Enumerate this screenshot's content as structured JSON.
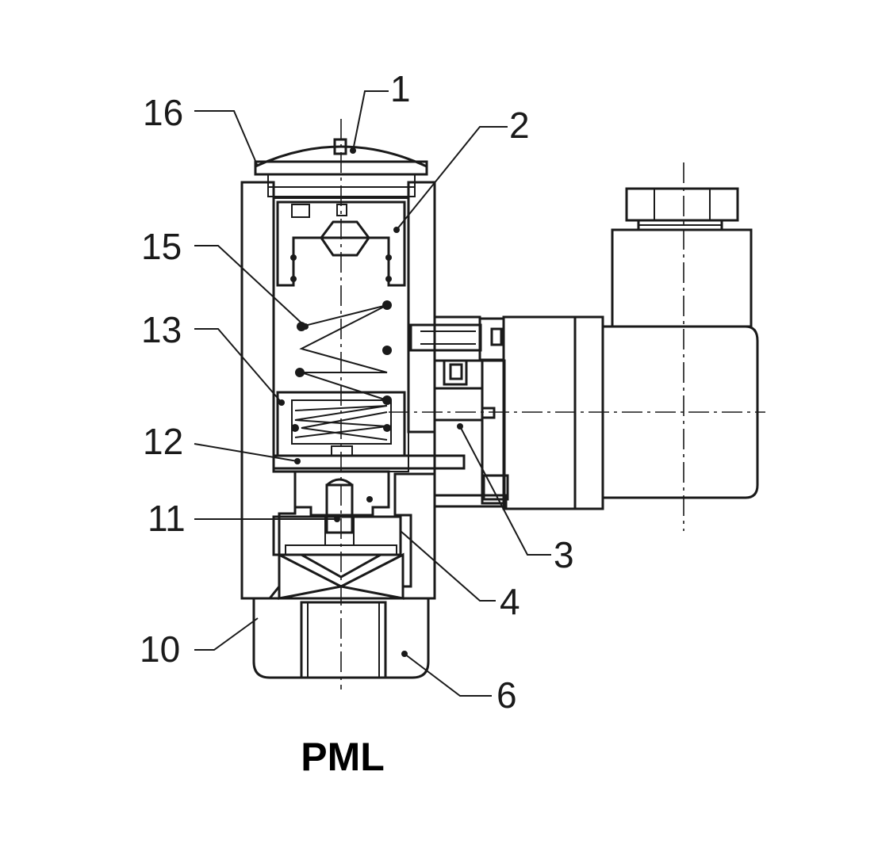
{
  "title": "PML",
  "callouts": [
    {
      "id": "1",
      "text": "1"
    },
    {
      "id": "2",
      "text": "2"
    },
    {
      "id": "3",
      "text": "3"
    },
    {
      "id": "4",
      "text": "4"
    },
    {
      "id": "6",
      "text": "6"
    },
    {
      "id": "10",
      "text": "10"
    },
    {
      "id": "11",
      "text": "11"
    },
    {
      "id": "12",
      "text": "12"
    },
    {
      "id": "13",
      "text": "13"
    },
    {
      "id": "15",
      "text": "15"
    },
    {
      "id": "16",
      "text": "16"
    }
  ]
}
